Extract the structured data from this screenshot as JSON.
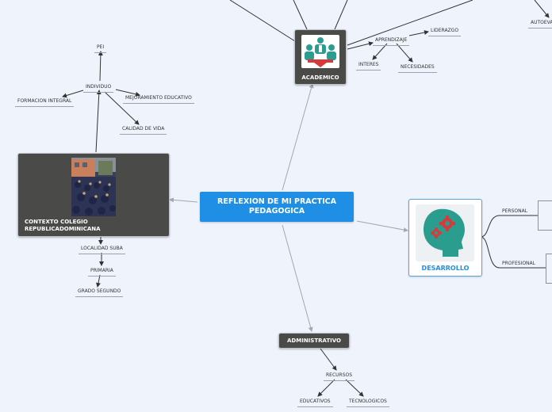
{
  "central": {
    "title_line1": "REFLEXION DE MI PRACTICA",
    "title_line2": "PEDAGOGICA"
  },
  "nodes": {
    "academico": "ACADEMICO",
    "contexto_line1": "CONTEXTO COLEGIO",
    "contexto_line2": "REPUBLICADOMINICANA",
    "desarrollo": "DESARROLLO",
    "administrativo": "ADMINISTRATIVO"
  },
  "labels": {
    "pei": "PEI",
    "individuo": "INDIVIDUO",
    "formacion_integral": "FORMACION INTEGRAL",
    "mejoramiento_educativo": "MEJORAMIENTO EDUCATIVO",
    "calidad_de_vida": "CALIDAD DE VIDA",
    "localidad_suba": "LOCALIDAD SUBA",
    "primaria": "PRIMARIA",
    "grado_segundo": "GRADO SEGUNDO",
    "aprendizaje": "APRENDIZAJE",
    "liderazgo": "LIDERAZGO",
    "interes": "INTERES",
    "necesidades": "NECESIDADES",
    "autoevaluacion": "AUTOEVA",
    "personal": "PERSONAL",
    "profesional": "PROFESIONAL",
    "recursos": "RECURSOS",
    "educativos": "EDUCATIVOS",
    "tecnologicos": "TECNOLOGICOS"
  },
  "colors": {
    "background": "#eef3fc",
    "central": "#1f8fe6",
    "dark_node": "#4a4a48",
    "teal_icon": "#2a9d8f",
    "gear_red": "#d63a3a",
    "desarrollo_text": "#1f8fe6"
  },
  "icons": {
    "academico": "teachers-icon",
    "desarrollo": "head-gears-icon",
    "contexto": "classroom-photo"
  }
}
